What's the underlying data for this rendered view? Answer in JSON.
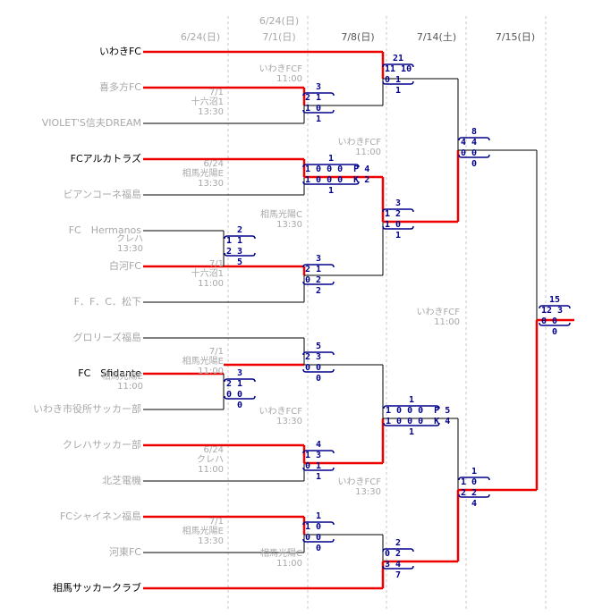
{
  "colors": {
    "winner_line": "#ee0000",
    "loser_line": "#000000",
    "score": "#00008b",
    "grey_text": "#a8a8a8"
  },
  "headers": [
    "6/24(日)",
    "6/24(日)",
    "7/1(日)",
    "7/8(日)",
    "7/14(土)",
    "7/15(日)"
  ],
  "teams": [
    {
      "name": "いわきFC",
      "won": true
    },
    {
      "name": "喜多方FC",
      "won": false
    },
    {
      "name": "VIOLET'S信夫DREAM",
      "won": false
    },
    {
      "name": "FCアルカトラズ",
      "won": true
    },
    {
      "name": "ビアンコーネ福島",
      "won": false
    },
    {
      "name": "FC　Hermanos",
      "won": false
    },
    {
      "name": "白河FC",
      "won": false
    },
    {
      "name": "F．F．C．松下",
      "won": false
    },
    {
      "name": "グロリーズ福島",
      "won": false
    },
    {
      "name": "FC　Sfidante",
      "won": true
    },
    {
      "name": "いわき市役所サッカー部",
      "won": false
    },
    {
      "name": "クレハサッカー部",
      "won": false
    },
    {
      "name": "北芝電機",
      "won": false
    },
    {
      "name": "FCシャイネン福島",
      "won": false
    },
    {
      "name": "河東FC",
      "won": false
    },
    {
      "name": "相馬サッカークラブ",
      "won": true
    }
  ],
  "matches": [
    {
      "venue": [
        "7/1",
        "十六沼1",
        "13:30"
      ],
      "score": [
        "3",
        "2 1",
        "1 0",
        "1"
      ]
    },
    {
      "venue": [
        "6/24",
        "相馬光陽E",
        "13:30"
      ],
      "score": [
        "1",
        "1 0 0 0  P 4",
        "1 0 0 0  K 2",
        "1"
      ]
    },
    {
      "venue": [
        "クレハ",
        "13:30"
      ],
      "score": [
        "2",
        "1 1",
        "2 3",
        "5"
      ]
    },
    {
      "venue": [
        "7/1",
        "十六沼1",
        "11:00"
      ],
      "score": [
        "3",
        "2 1",
        "0 2",
        "2"
      ]
    },
    {
      "venue": [
        "7/1",
        "相馬光陽E",
        "11:00"
      ],
      "score": [
        "5",
        "2 3",
        "0 0",
        "0"
      ]
    },
    {
      "venue": [
        "相馬光陽E",
        "11:00"
      ],
      "score": [
        "3",
        "2 1",
        "0 0",
        "0"
      ]
    },
    {
      "venue": [
        "6/24",
        "クレハ",
        "11:00"
      ],
      "score": [
        "4",
        "1 3",
        "0 1",
        "1"
      ]
    },
    {
      "venue": [
        "7/1",
        "相馬光陽E",
        "13:30"
      ],
      "score": [
        "1",
        "1 0",
        "0 0",
        "0"
      ]
    },
    {
      "venue": [
        "いわきFCF",
        "11:00"
      ],
      "score": [
        "21",
        "11 10",
        "0 1",
        "1"
      ]
    },
    {
      "venue": [
        "相馬光陽C",
        "13:30"
      ],
      "score": [
        "3",
        "1 2",
        "1 0",
        "1"
      ]
    },
    {
      "venue": [
        "いわきFCF",
        "13:30"
      ],
      "score": [
        "1",
        "1 0 0 0  P 5",
        "1 0 0 0  K 4",
        "1"
      ]
    },
    {
      "venue": [
        "相馬光陽C",
        "11:00"
      ],
      "score": [
        "2",
        "0 2",
        "3 4",
        "7"
      ]
    },
    {
      "venue": [
        "いわきFCF",
        "11:00"
      ],
      "score": [
        "8",
        "4 4",
        "0 0",
        "0"
      ]
    },
    {
      "venue": [
        "いわきFCF",
        "13:30"
      ],
      "score": [
        "1",
        "1 0",
        "2 2",
        "4"
      ]
    },
    {
      "venue": [
        "いわきFCF",
        "11:00"
      ],
      "score": [
        "15",
        "12 3",
        "0 0",
        "0"
      ]
    }
  ]
}
